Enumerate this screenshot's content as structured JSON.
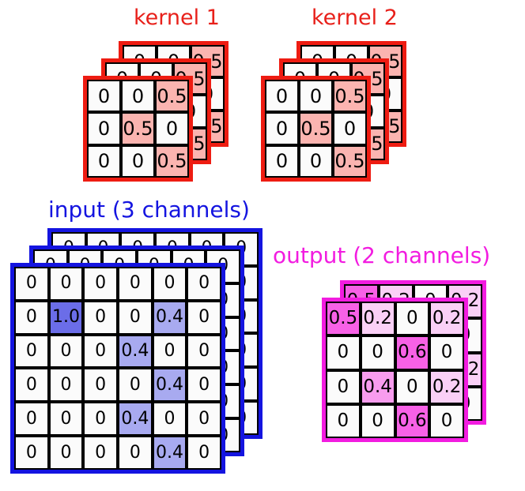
{
  "figure": {
    "type": "diagram",
    "subject": "multi-channel 2D convolution: 3-channel input convolved with two 3x3 kernels producing a 2-channel output"
  },
  "colors": {
    "kernel_accent": "#ee1c12",
    "kernel_title": "#e8201a",
    "kernel_highlight": "#fbb4b0",
    "input_accent": "#1414e0",
    "input_highlight_strong": "#6b6de8",
    "input_highlight_soft": "#a8aaf0",
    "output_accent": "#f21ce0",
    "output_highlight_strong": "#f761e6",
    "output_highlight_mid": "#f89cee",
    "output_highlight_soft": "#fad0f6",
    "cell_border": "#000000",
    "cell_background": "#fbfbfb",
    "page_background": "#ffffff"
  },
  "kernels": {
    "count": 2,
    "channels_per_kernel": 3,
    "rows": 3,
    "cols": 3,
    "items": [
      {
        "title": "kernel 1",
        "values": [
          [
            "0",
            "0",
            "0.5"
          ],
          [
            "0",
            "0.5",
            "0"
          ],
          [
            "0",
            "0",
            "0.5"
          ]
        ],
        "highlight": [
          [
            false,
            false,
            true
          ],
          [
            false,
            true,
            false
          ],
          [
            false,
            false,
            true
          ]
        ]
      },
      {
        "title": "kernel 2",
        "values": [
          [
            "0",
            "0",
            "0.5"
          ],
          [
            "0",
            "0.5",
            "0"
          ],
          [
            "0",
            "0",
            "0.5"
          ]
        ],
        "highlight": [
          [
            false,
            false,
            true
          ],
          [
            false,
            true,
            false
          ],
          [
            false,
            false,
            true
          ]
        ]
      }
    ]
  },
  "input": {
    "title": "input (3 channels)",
    "channels": 3,
    "rows": 6,
    "cols": 6,
    "values": [
      [
        "0",
        "0",
        "0",
        "0",
        "0",
        "0"
      ],
      [
        "0",
        "1.0",
        "0",
        "0",
        "0.4",
        "0"
      ],
      [
        "0",
        "0",
        "0",
        "0.4",
        "0",
        "0"
      ],
      [
        "0",
        "0",
        "0",
        "0",
        "0.4",
        "0"
      ],
      [
        "0",
        "0",
        "0",
        "0.4",
        "0",
        "0"
      ],
      [
        "0",
        "0",
        "0",
        "0",
        "0.4",
        "0"
      ]
    ],
    "highlight": [
      [
        "none",
        "none",
        "none",
        "none",
        "none",
        "none"
      ],
      [
        "none",
        "strong",
        "none",
        "none",
        "soft",
        "none"
      ],
      [
        "none",
        "none",
        "none",
        "soft",
        "none",
        "none"
      ],
      [
        "none",
        "none",
        "none",
        "none",
        "soft",
        "none"
      ],
      [
        "none",
        "none",
        "none",
        "soft",
        "none",
        "none"
      ],
      [
        "none",
        "none",
        "none",
        "none",
        "soft",
        "none"
      ]
    ]
  },
  "output": {
    "title": "output (2 channels)",
    "channels": 2,
    "rows": 4,
    "cols": 4,
    "values": [
      [
        "0.5",
        "0.2",
        "0",
        "0.2"
      ],
      [
        "0",
        "0",
        "0.6",
        "0"
      ],
      [
        "0",
        "0.4",
        "0",
        "0.2"
      ],
      [
        "0",
        "0",
        "0.6",
        "0"
      ]
    ],
    "highlight": [
      [
        "strong",
        "soft",
        "none",
        "soft"
      ],
      [
        "none",
        "none",
        "strong",
        "none"
      ],
      [
        "none",
        "mid",
        "none",
        "soft"
      ],
      [
        "none",
        "none",
        "strong",
        "none"
      ]
    ]
  }
}
